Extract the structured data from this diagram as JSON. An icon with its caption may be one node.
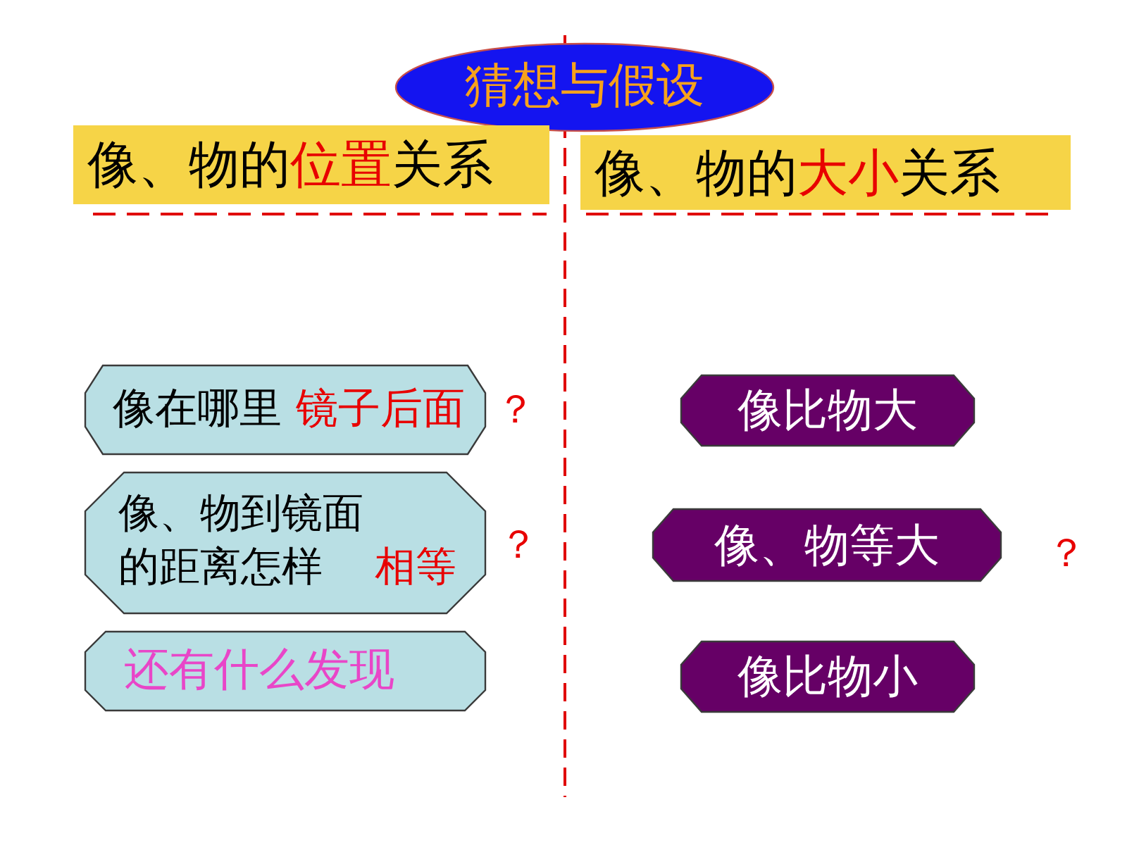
{
  "diagram": {
    "nodes": [
      {
        "text": [
          "猜想与假设"
        ]
      },
      {
        "text": [
          "像、物的位置关系"
        ]
      },
      {
        "text": [
          "像、物的大小关系"
        ]
      },
      {
        "text": [
          "像在哪里",
          "镜子后面"
        ],
        "beside": [
          "？"
        ]
      },
      {
        "text": [
          "像比物大"
        ]
      },
      {
        "text": [
          "像、物到镜面的距离怎样",
          "相等"
        ],
        "beside": [
          "？"
        ]
      },
      {
        "text": [
          "像、物等大"
        ],
        "beside": [
          "？"
        ]
      },
      {
        "text": [
          "还有什么发现"
        ]
      },
      {
        "text": [
          "像比物小"
        ]
      }
    ]
  }
}
